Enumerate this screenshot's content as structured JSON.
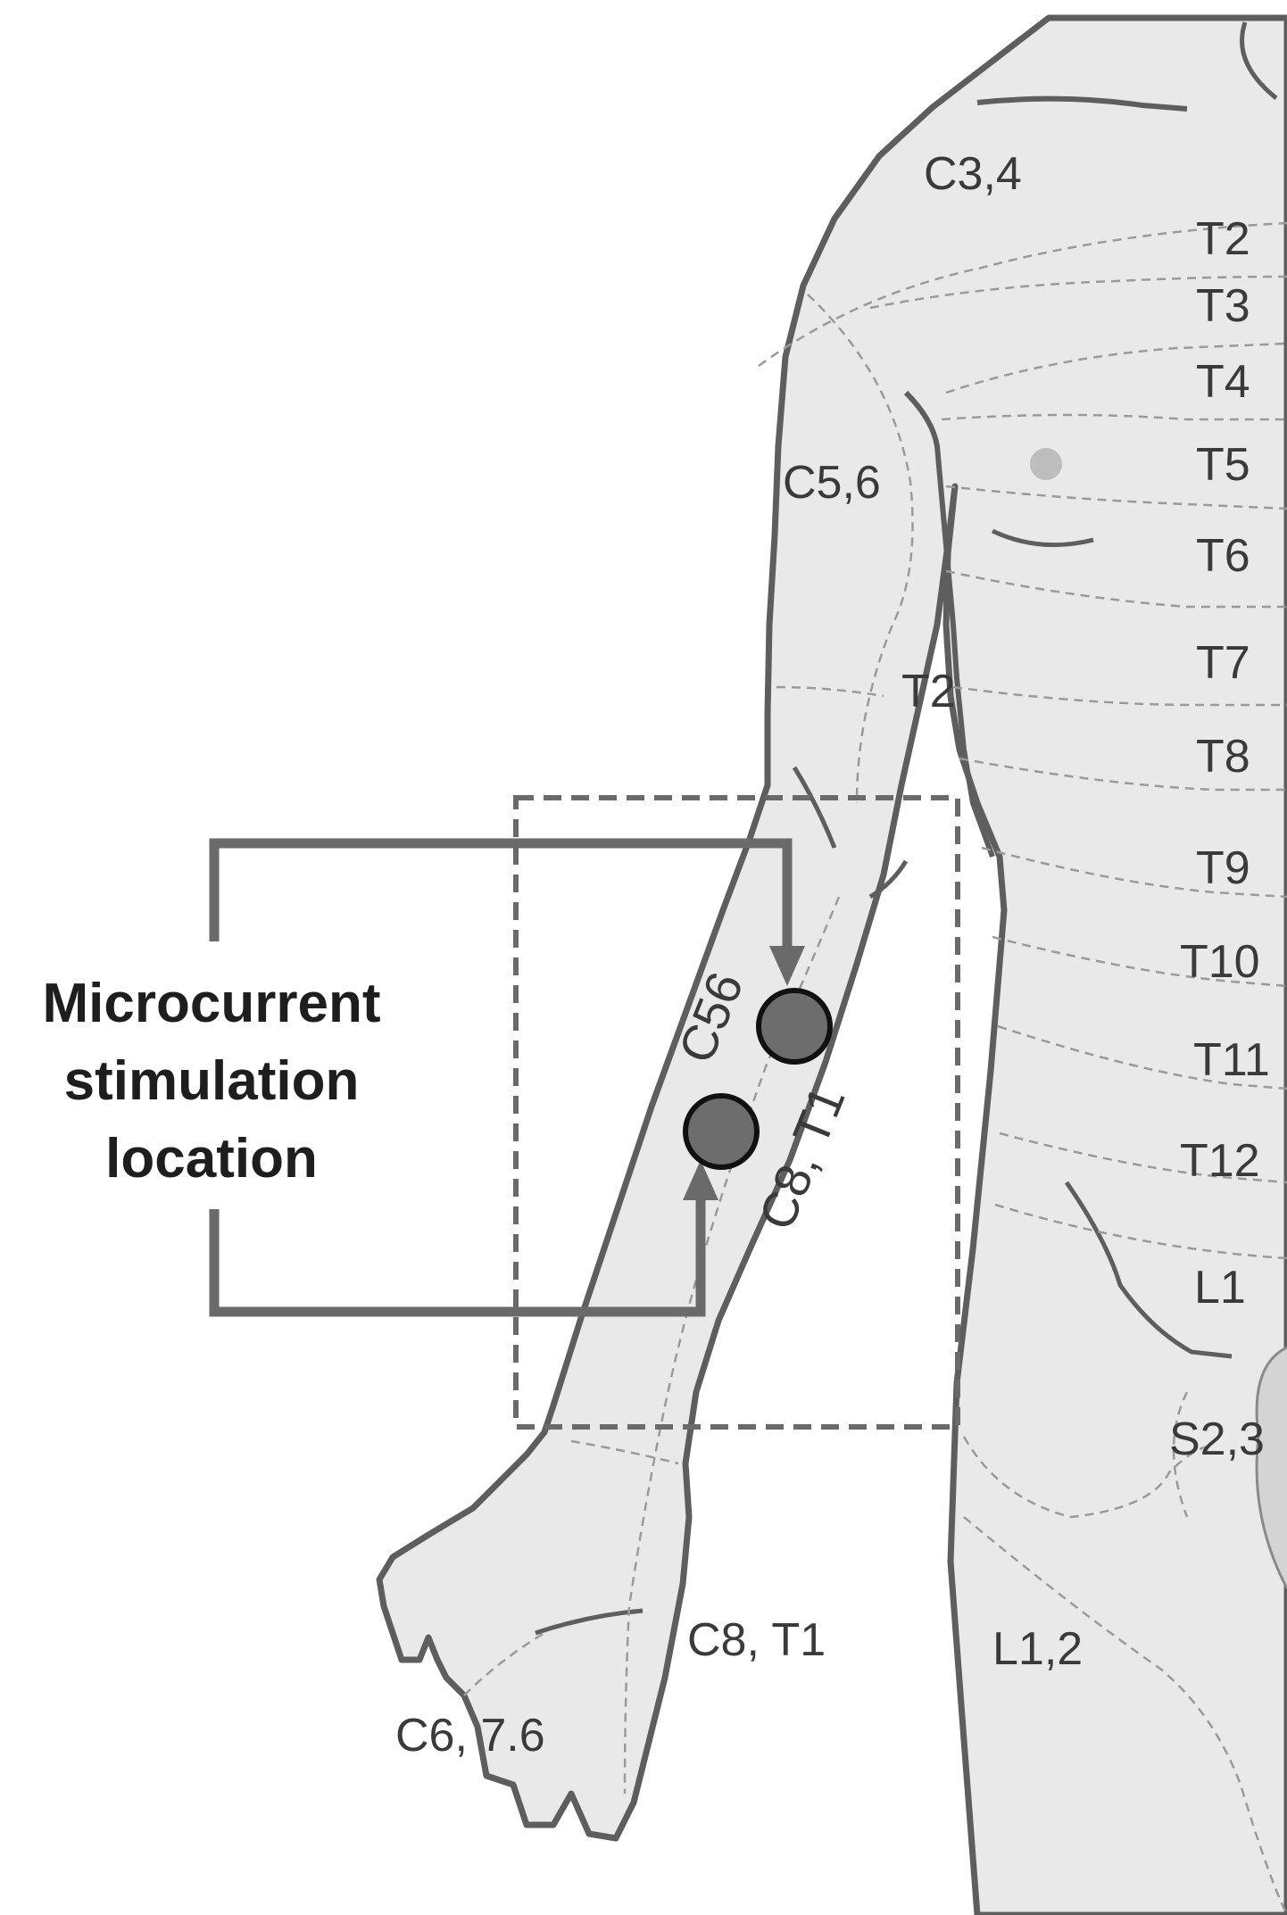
{
  "callout": {
    "line1": "Microcurrent",
    "line2": "stimulation",
    "line3": "location"
  },
  "labels": {
    "c34": "C3,4",
    "t2_chest": "T2",
    "t3": "T3",
    "t4": "T4",
    "t5": "T5",
    "t6": "T6",
    "t7": "T7",
    "t8": "T8",
    "t9": "T9",
    "t10": "T10",
    "t11": "T11",
    "t12": "T12",
    "l1": "L1",
    "s23": "S2,3",
    "l12": "L1,2",
    "c56_shoulder": "C5,6",
    "t2_arm": "T2",
    "c56_forearm": "C56",
    "c8t1_forearm": "C8, T1",
    "c8t1_hand": "C8, T1",
    "c6_76": "C6, 7.6"
  },
  "colors": {
    "body_fill": "#e9e9e9",
    "outline": "#5e5e5e",
    "dermatome_line": "#9a9a9a",
    "electrode": "#6d6d6d",
    "callout_line": "#6a6a6a"
  },
  "markers": {
    "electrode_count": 2
  }
}
